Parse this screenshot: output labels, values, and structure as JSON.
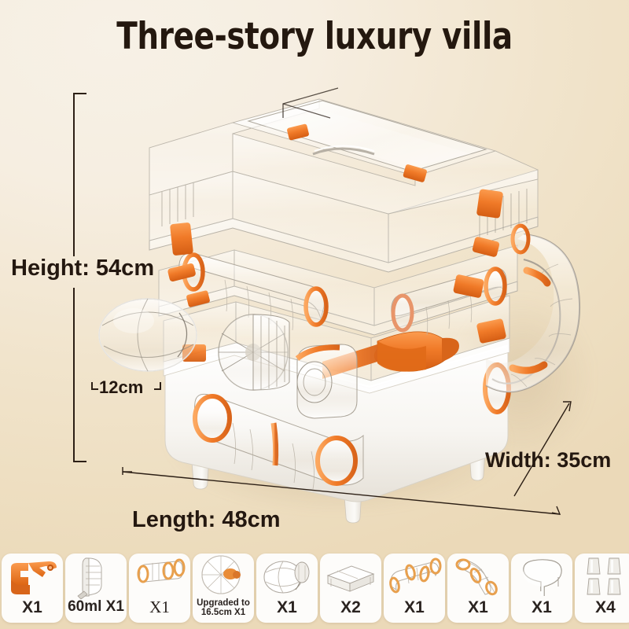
{
  "page": {
    "title": "Three-story luxury villa",
    "background_top": "#F6EEE1",
    "background_bottom": "#EBD9B8",
    "accent_orange": "#F07A28",
    "text_color": "#24180F"
  },
  "dimensions": {
    "height_label": "Height: 54cm",
    "width_label": "Width: 35cm",
    "length_label": "Length: 48cm",
    "depth_label": "12cm"
  },
  "product": {
    "name": "Three-story luxury villa",
    "levels": 3,
    "body_color": "#FFFFFF",
    "panel_material": "transparent acrylic",
    "clip_color": "#F07A28"
  },
  "accessories": [
    {
      "icon": "orange-ramp-icon",
      "label": "X1",
      "label_style": "big"
    },
    {
      "icon": "water-bottle-icon",
      "label": "60ml X1",
      "label_style": "med"
    },
    {
      "icon": "straight-tunnel-icon",
      "label": "X1",
      "label_style": "serif"
    },
    {
      "icon": "running-wheel-icon",
      "label": "Upgraded to\n16.5cm X1",
      "label_style": "small"
    },
    {
      "icon": "hamster-ball-icon",
      "label": "X1",
      "label_style": "big"
    },
    {
      "icon": "platform-shelf-icon",
      "label": "X2",
      "label_style": "big"
    },
    {
      "icon": "long-tunnel-icon",
      "label": "X1",
      "label_style": "big"
    },
    {
      "icon": "curved-tunnel-icon",
      "label": "X1",
      "label_style": "big"
    },
    {
      "icon": "spiral-ramp-icon",
      "label": "X1",
      "label_style": "big"
    },
    {
      "icon": "cage-feet-icon",
      "label": "X4",
      "label_style": "big"
    }
  ]
}
